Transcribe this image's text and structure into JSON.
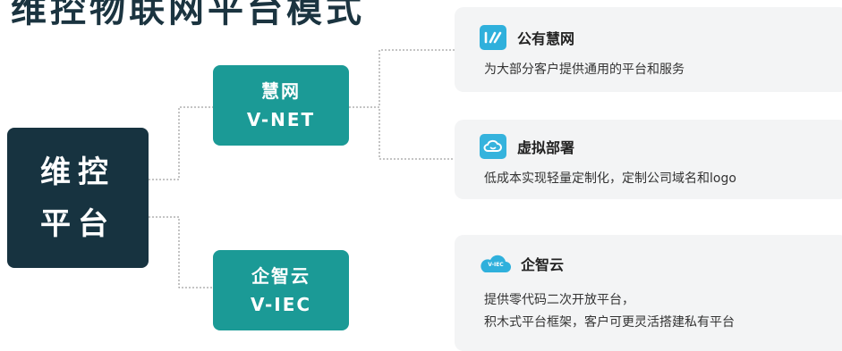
{
  "page_title": "维控物联网平台模式",
  "root": {
    "line1": "维控",
    "line2": "平台"
  },
  "branches": [
    {
      "title": "慧网",
      "subtitle": "V-NET"
    },
    {
      "title": "企智云",
      "subtitle": "V-IEC"
    }
  ],
  "cards": [
    {
      "icon": "vnet-logo-icon",
      "title": "公有慧网",
      "desc_lines": [
        "为大部分客户提供通用的平台和服务"
      ]
    },
    {
      "icon": "cloud-icon",
      "title": "虚拟部署",
      "desc_lines": [
        "低成本实现轻量定制化，定制公司域名和logo"
      ]
    },
    {
      "icon": "viec-cloud-icon",
      "icon_text": "V-IEC",
      "title": "企智云",
      "desc_lines": [
        "提供零代码二次开放平台，",
        "积木式平台框架，客户可更灵活搭建私有平台"
      ]
    }
  ],
  "colors": {
    "root": "#173340",
    "branch": "#1b9a96",
    "card_bg": "#f3f4f5",
    "icon_accent": "#2fb0dc"
  }
}
